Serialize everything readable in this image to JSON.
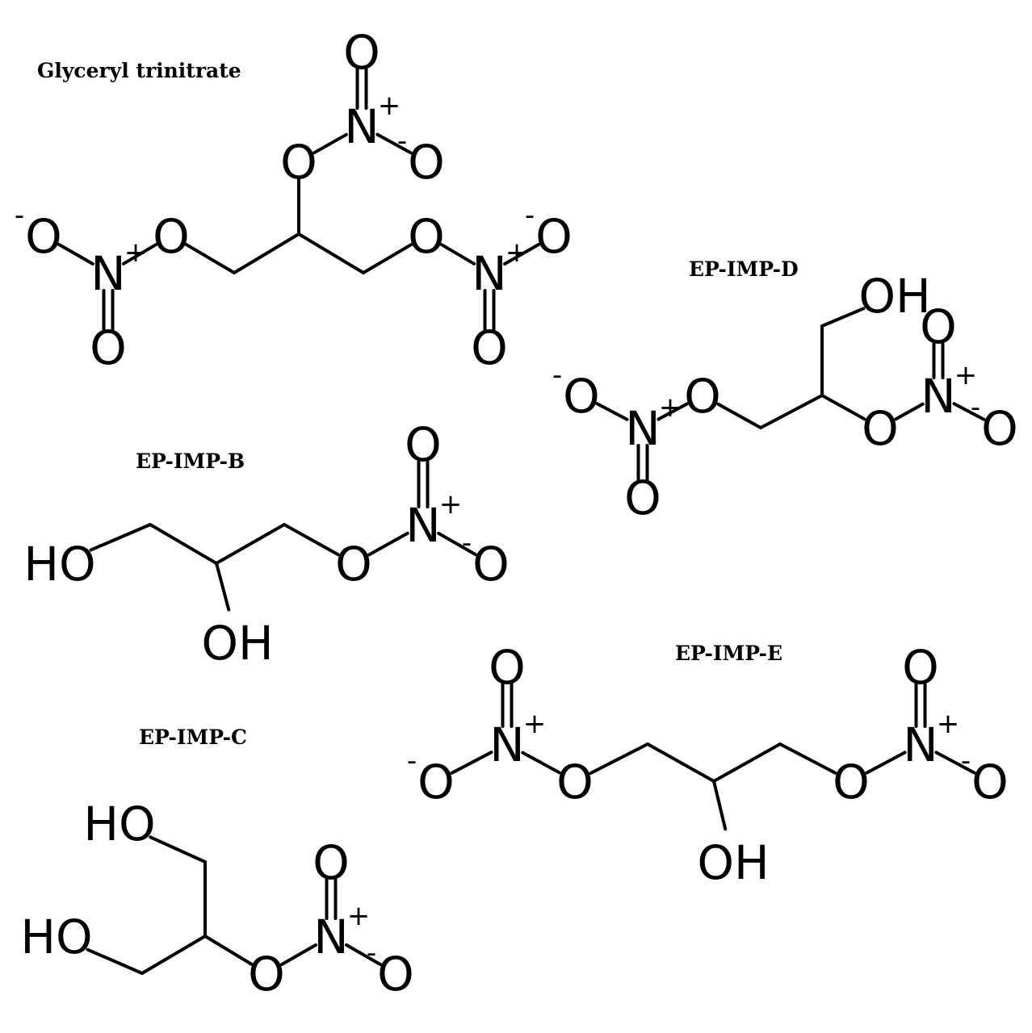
{
  "molecules": [
    {
      "id": "gtn",
      "name": "Glyceryl trinitrate",
      "atoms": [
        {
          "id": "c1",
          "label": ""
        },
        {
          "id": "c2",
          "label": ""
        },
        {
          "id": "c3",
          "label": ""
        },
        {
          "id": "o2",
          "label": "O"
        },
        {
          "id": "n2",
          "label": "N",
          "charge": "+"
        },
        {
          "id": "o2a",
          "label": "O"
        },
        {
          "id": "o2b",
          "label": "O",
          "charge": "-"
        },
        {
          "id": "o1",
          "label": "O"
        },
        {
          "id": "n1",
          "label": "N",
          "charge": "+"
        },
        {
          "id": "o1a",
          "label": "O",
          "charge": "-"
        },
        {
          "id": "o1b",
          "label": "O"
        },
        {
          "id": "o3",
          "label": "O"
        },
        {
          "id": "n3",
          "label": "N",
          "charge": "+"
        },
        {
          "id": "o3a",
          "label": "O",
          "charge": "-"
        },
        {
          "id": "o3b",
          "label": "O"
        }
      ],
      "bonds": [
        [
          "c1",
          "c2",
          1
        ],
        [
          "c2",
          "c3",
          1
        ],
        [
          "c2",
          "o2",
          1
        ],
        [
          "o2",
          "n2",
          1
        ],
        [
          "n2",
          "o2a",
          2
        ],
        [
          "n2",
          "o2b",
          1
        ],
        [
          "c1",
          "o1",
          1
        ],
        [
          "o1",
          "n1",
          1
        ],
        [
          "n1",
          "o1a",
          1
        ],
        [
          "n1",
          "o1b",
          2
        ],
        [
          "c3",
          "o3",
          1
        ],
        [
          "o3",
          "n3",
          1
        ],
        [
          "n3",
          "o3a",
          1
        ],
        [
          "n3",
          "o3b",
          2
        ]
      ]
    },
    {
      "id": "impd",
      "name": "EP-IMP-D",
      "atoms": [
        {
          "id": "c1",
          "label": ""
        },
        {
          "id": "c2",
          "label": ""
        },
        {
          "id": "c3",
          "label": ""
        },
        {
          "id": "oh",
          "label": "OH"
        },
        {
          "id": "o1",
          "label": "O"
        },
        {
          "id": "n1",
          "label": "N",
          "charge": "+"
        },
        {
          "id": "o1a",
          "label": "O",
          "charge": "-"
        },
        {
          "id": "o1b",
          "label": "O"
        },
        {
          "id": "o2",
          "label": "O"
        },
        {
          "id": "n2",
          "label": "N",
          "charge": "+"
        },
        {
          "id": "o2a",
          "label": "O"
        },
        {
          "id": "o2b",
          "label": "O",
          "charge": "-"
        }
      ],
      "bonds": [
        [
          "c1",
          "c2",
          1
        ],
        [
          "c2",
          "c3",
          1
        ],
        [
          "c3",
          "oh",
          1
        ],
        [
          "c1",
          "o1",
          1
        ],
        [
          "o1",
          "n1",
          1
        ],
        [
          "n1",
          "o1a",
          1
        ],
        [
          "n1",
          "o1b",
          2
        ],
        [
          "c2",
          "o2",
          1
        ],
        [
          "o2",
          "n2",
          1
        ],
        [
          "n2",
          "o2a",
          2
        ],
        [
          "n2",
          "o2b",
          1
        ]
      ]
    },
    {
      "id": "impb",
      "name": "EP-IMP-B",
      "atoms": [
        {
          "id": "ho",
          "label": "HO"
        },
        {
          "id": "c1",
          "label": ""
        },
        {
          "id": "c2",
          "label": ""
        },
        {
          "id": "oh",
          "label": "OH"
        },
        {
          "id": "c3",
          "label": ""
        },
        {
          "id": "o",
          "label": "O"
        },
        {
          "id": "n",
          "label": "N",
          "charge": "+"
        },
        {
          "id": "oa",
          "label": "O"
        },
        {
          "id": "ob",
          "label": "O",
          "charge": "-"
        }
      ],
      "bonds": [
        [
          "ho",
          "c1",
          1
        ],
        [
          "c1",
          "c2",
          1
        ],
        [
          "c2",
          "oh",
          1
        ],
        [
          "c2",
          "c3",
          1
        ],
        [
          "c3",
          "o",
          1
        ],
        [
          "o",
          "n",
          1
        ],
        [
          "n",
          "oa",
          2
        ],
        [
          "n",
          "ob",
          1
        ]
      ]
    },
    {
      "id": "impe",
      "name": "EP-IMP-E",
      "atoms": [
        {
          "id": "c1",
          "label": ""
        },
        {
          "id": "c2",
          "label": ""
        },
        {
          "id": "c3",
          "label": ""
        },
        {
          "id": "oh",
          "label": "OH"
        },
        {
          "id": "o1",
          "label": "O"
        },
        {
          "id": "n1",
          "label": "N",
          "charge": "+"
        },
        {
          "id": "o1a",
          "label": "O"
        },
        {
          "id": "o1b",
          "label": "O",
          "charge": "-"
        },
        {
          "id": "o3",
          "label": "O"
        },
        {
          "id": "n3",
          "label": "N",
          "charge": "+"
        },
        {
          "id": "o3a",
          "label": "O"
        },
        {
          "id": "o3b",
          "label": "O",
          "charge": "-"
        }
      ],
      "bonds": [
        [
          "c1",
          "c2",
          1
        ],
        [
          "c2",
          "c3",
          1
        ],
        [
          "c2",
          "oh",
          1
        ],
        [
          "c1",
          "o1",
          1
        ],
        [
          "o1",
          "n1",
          1
        ],
        [
          "n1",
          "o1a",
          2
        ],
        [
          "n1",
          "o1b",
          1
        ],
        [
          "c3",
          "o3",
          1
        ],
        [
          "o3",
          "n3",
          1
        ],
        [
          "n3",
          "o3a",
          2
        ],
        [
          "n3",
          "o3b",
          1
        ]
      ]
    },
    {
      "id": "impc",
      "name": "EP-IMP-C",
      "atoms": [
        {
          "id": "ho1",
          "label": "HO"
        },
        {
          "id": "c1",
          "label": ""
        },
        {
          "id": "c2",
          "label": ""
        },
        {
          "id": "ho2",
          "label": "HO"
        },
        {
          "id": "c3",
          "label": ""
        },
        {
          "id": "o",
          "label": "O"
        },
        {
          "id": "n",
          "label": "N",
          "charge": "+"
        },
        {
          "id": "oa",
          "label": "O"
        },
        {
          "id": "ob",
          "label": "O",
          "charge": "-"
        }
      ],
      "bonds": [
        [
          "ho1",
          "c1",
          1
        ],
        [
          "c1",
          "c2",
          1
        ],
        [
          "c2",
          "c3",
          1
        ],
        [
          "c3",
          "ho2",
          1
        ],
        [
          "c2",
          "o",
          1
        ],
        [
          "o",
          "n",
          1
        ],
        [
          "n",
          "oa",
          2
        ],
        [
          "n",
          "ob",
          1
        ]
      ]
    }
  ]
}
